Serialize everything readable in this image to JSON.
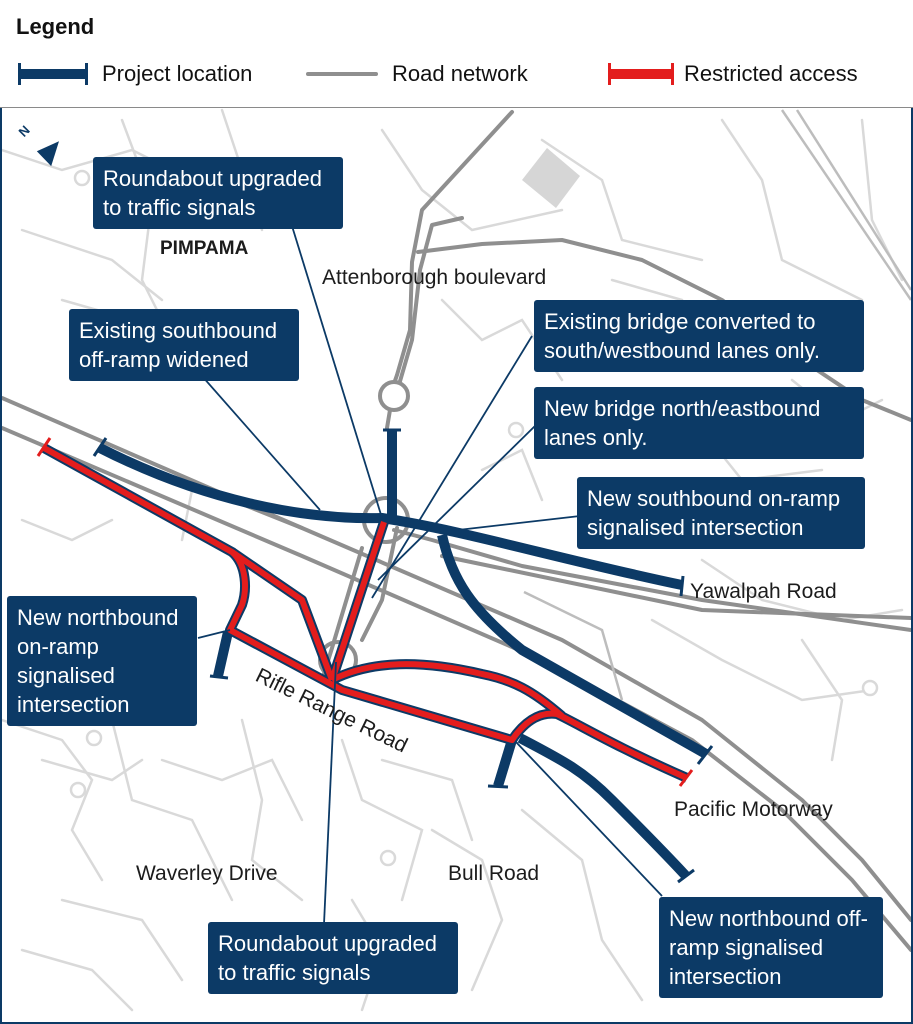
{
  "legend": {
    "title": "Legend",
    "project_location": "Project location",
    "road_network": "Road network",
    "restricted_access": "Restricted access"
  },
  "colors": {
    "project": "#0c3a66",
    "road": "#8f8f8f",
    "restricted": "#e31d1d",
    "minor_road": "#d4d4d4"
  },
  "north_icon": "north-arrow-icon",
  "north_letter": "N",
  "places": {
    "pimpama": "PIMPAMA",
    "attenborough": "Attenborough boulevard",
    "yawalpah": "Yawalpah Road",
    "rifle_range": "Rifle Range Road",
    "pacific_motorway": "Pacific Motorway",
    "waverley": "Waverley Drive",
    "bull_road": "Bull Road"
  },
  "callouts": {
    "roundabout_north": "Roundabout upgraded to traffic signals",
    "southbound_offramp": "Existing southbound off-ramp widened",
    "existing_bridge": "Existing bridge converted to south/westbound lanes only.",
    "new_bridge": "New bridge north/eastbound lanes only.",
    "southbound_onramp": "New southbound on-ramp signalised intersection",
    "northbound_onramp": "New northbound on-ramp signalised intersection",
    "roundabout_south": "Roundabout upgraded to traffic signals",
    "northbound_offramp": "New northbound off-ramp signalised intersection"
  }
}
